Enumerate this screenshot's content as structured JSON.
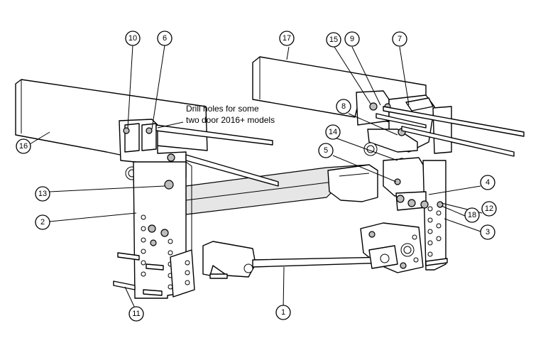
{
  "note": {
    "line1": "Drill holes for some",
    "line2": "two door 2016+ models"
  },
  "callouts": {
    "c1": "1",
    "c2": "2",
    "c3": "3",
    "c4": "4",
    "c5": "5",
    "c6": "6",
    "c7": "7",
    "c8": "8",
    "c9": "9",
    "c10": "10",
    "c11": "11",
    "c12": "12",
    "c13": "13",
    "c14": "14",
    "c15": "15",
    "c16": "16",
    "c17": "17",
    "c18": "18"
  }
}
